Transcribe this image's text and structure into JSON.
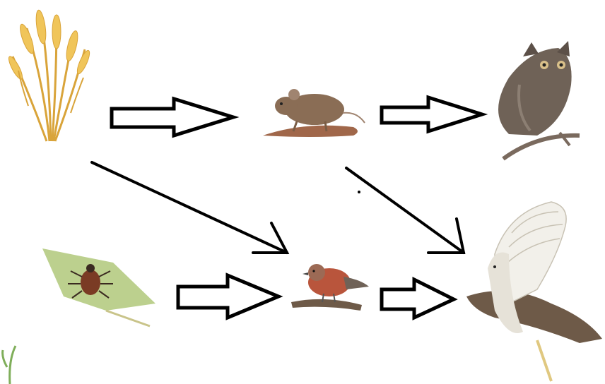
{
  "diagram": {
    "kind": "food-web",
    "organisms": [
      {
        "id": "wheat",
        "icon": "wheat-icon"
      },
      {
        "id": "mouse",
        "icon": "mouse-icon"
      },
      {
        "id": "owl",
        "icon": "owl-icon"
      },
      {
        "id": "beetle-on-leaf",
        "icon": "beetle-icon"
      },
      {
        "id": "small-bird",
        "icon": "bird-icon"
      },
      {
        "id": "hawk",
        "icon": "hawk-icon"
      }
    ],
    "links": [
      {
        "from": "wheat",
        "to": "mouse",
        "style": "hollow-block-arrow"
      },
      {
        "from": "mouse",
        "to": "owl",
        "style": "hollow-block-arrow"
      },
      {
        "from": "wheat",
        "to": "small-bird",
        "style": "line-arrow"
      },
      {
        "from": "mouse",
        "to": "hawk",
        "style": "line-arrow"
      },
      {
        "from": "beetle-on-leaf",
        "to": "small-bird",
        "style": "hollow-block-arrow"
      },
      {
        "from": "small-bird",
        "to": "hawk",
        "style": "hollow-block-arrow"
      }
    ],
    "colors": {
      "arrow": "#000000",
      "wheat": "#e8b94a",
      "mouse": "#8a6d55",
      "owl": "#6f6257",
      "leaf": "#bcd08e",
      "beetle": "#7a3b24",
      "bird-breast": "#b9553c",
      "hawk-wing": "#f2f0ea"
    }
  }
}
